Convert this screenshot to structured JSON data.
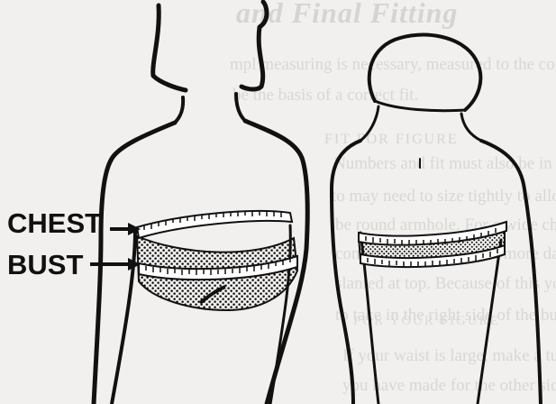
{
  "page": {
    "faint_title": "and Final Fitting",
    "faint_section_head": "FIT FOR FIGURE",
    "faint_section_head_2": "FOR YOUR FIGURE",
    "faint_text_lines": [
      "mpl measuring is necessary, measured to the correct size",
      "be the basis of a correct fit.",
      "Numbers and fit must also be in sizes for",
      "to may need to size tightly to allow",
      "be round armhole. For a wide chest,",
      "confirm both fitting and more darts;",
      "slanted at top. Because of this you may want",
      "to take in the right side of the bust",
      "If your waist is large, make a tuck in the",
      "you have made for the other side, your back"
    ]
  },
  "illustration": {
    "labels": {
      "chest": "CHEST",
      "bust": "BUST"
    },
    "colors": {
      "ink": "#111111",
      "background": "#f1f0ee",
      "faint_print": "#d9d7d4"
    }
  }
}
